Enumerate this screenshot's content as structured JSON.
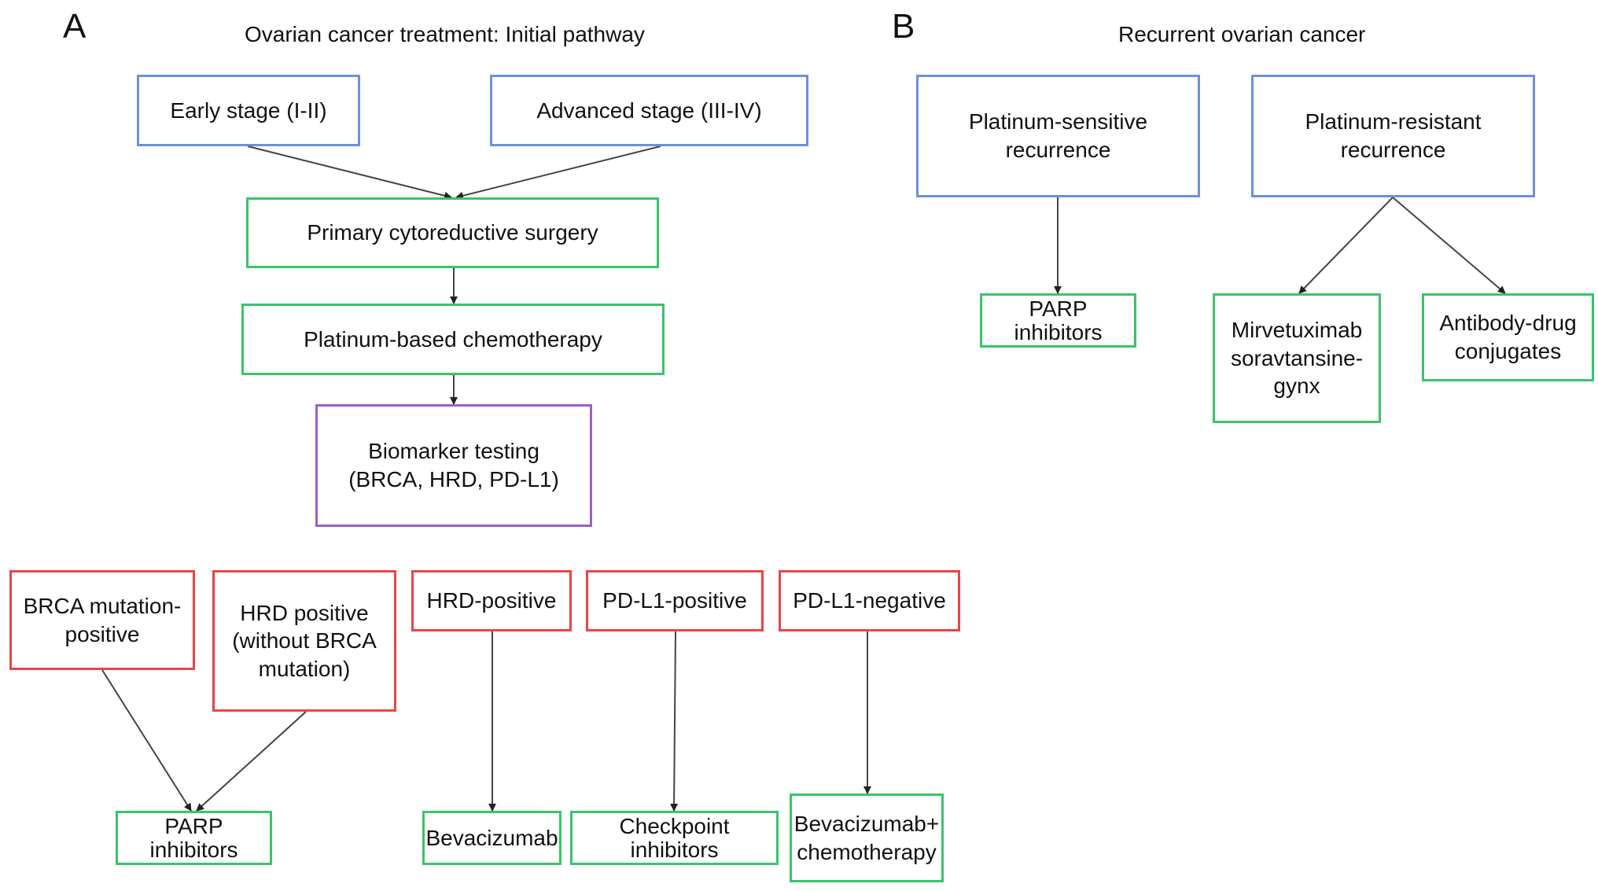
{
  "panel_a": {
    "letter": "A",
    "title": "Ovarian cancer treatment: Initial pathway",
    "nodes": {
      "early_stage": "Early stage (I-II)",
      "advanced_stage": "Advanced stage (III-IV)",
      "surgery": "Primary cytoreductive surgery",
      "chemotherapy": "Platinum-based chemotherapy",
      "biomarker": "Biomarker testing\n(BRCA, HRD, PD-L1)",
      "brca_positive": "BRCA mutation-\npositive",
      "hrd_positive_no_brca": "HRD positive\n(without BRCA\nmutation)",
      "hrd_positive": "HRD-positive",
      "pdl1_positive": "PD-L1-positive",
      "pdl1_negative": "PD-L1-negative",
      "parp": "PARP\ninhibitors",
      "bevacizumab": "Bevacizumab",
      "checkpoint": "Checkpoint\ninhibitors",
      "bev_chemo": "Bevacizumab+\nchemotherapy"
    }
  },
  "panel_b": {
    "letter": "B",
    "title": "Recurrent ovarian cancer",
    "nodes": {
      "sensitive": "Platinum-sensitive\nrecurrence",
      "resistant": "Platinum-resistant\nrecurrence",
      "parp": "PARP\ninhibitors",
      "mirvetuximab": "Mirvetuximab\nsoravtansine-\ngynx",
      "adc": "Antibody-drug\nconjugates"
    }
  },
  "colors": {
    "stage_border": "#6f8fdc",
    "treatment_border": "#39c46a",
    "testing_border": "#9b5fc9",
    "biomarker_border": "#e84545",
    "arrow": "#333333"
  }
}
